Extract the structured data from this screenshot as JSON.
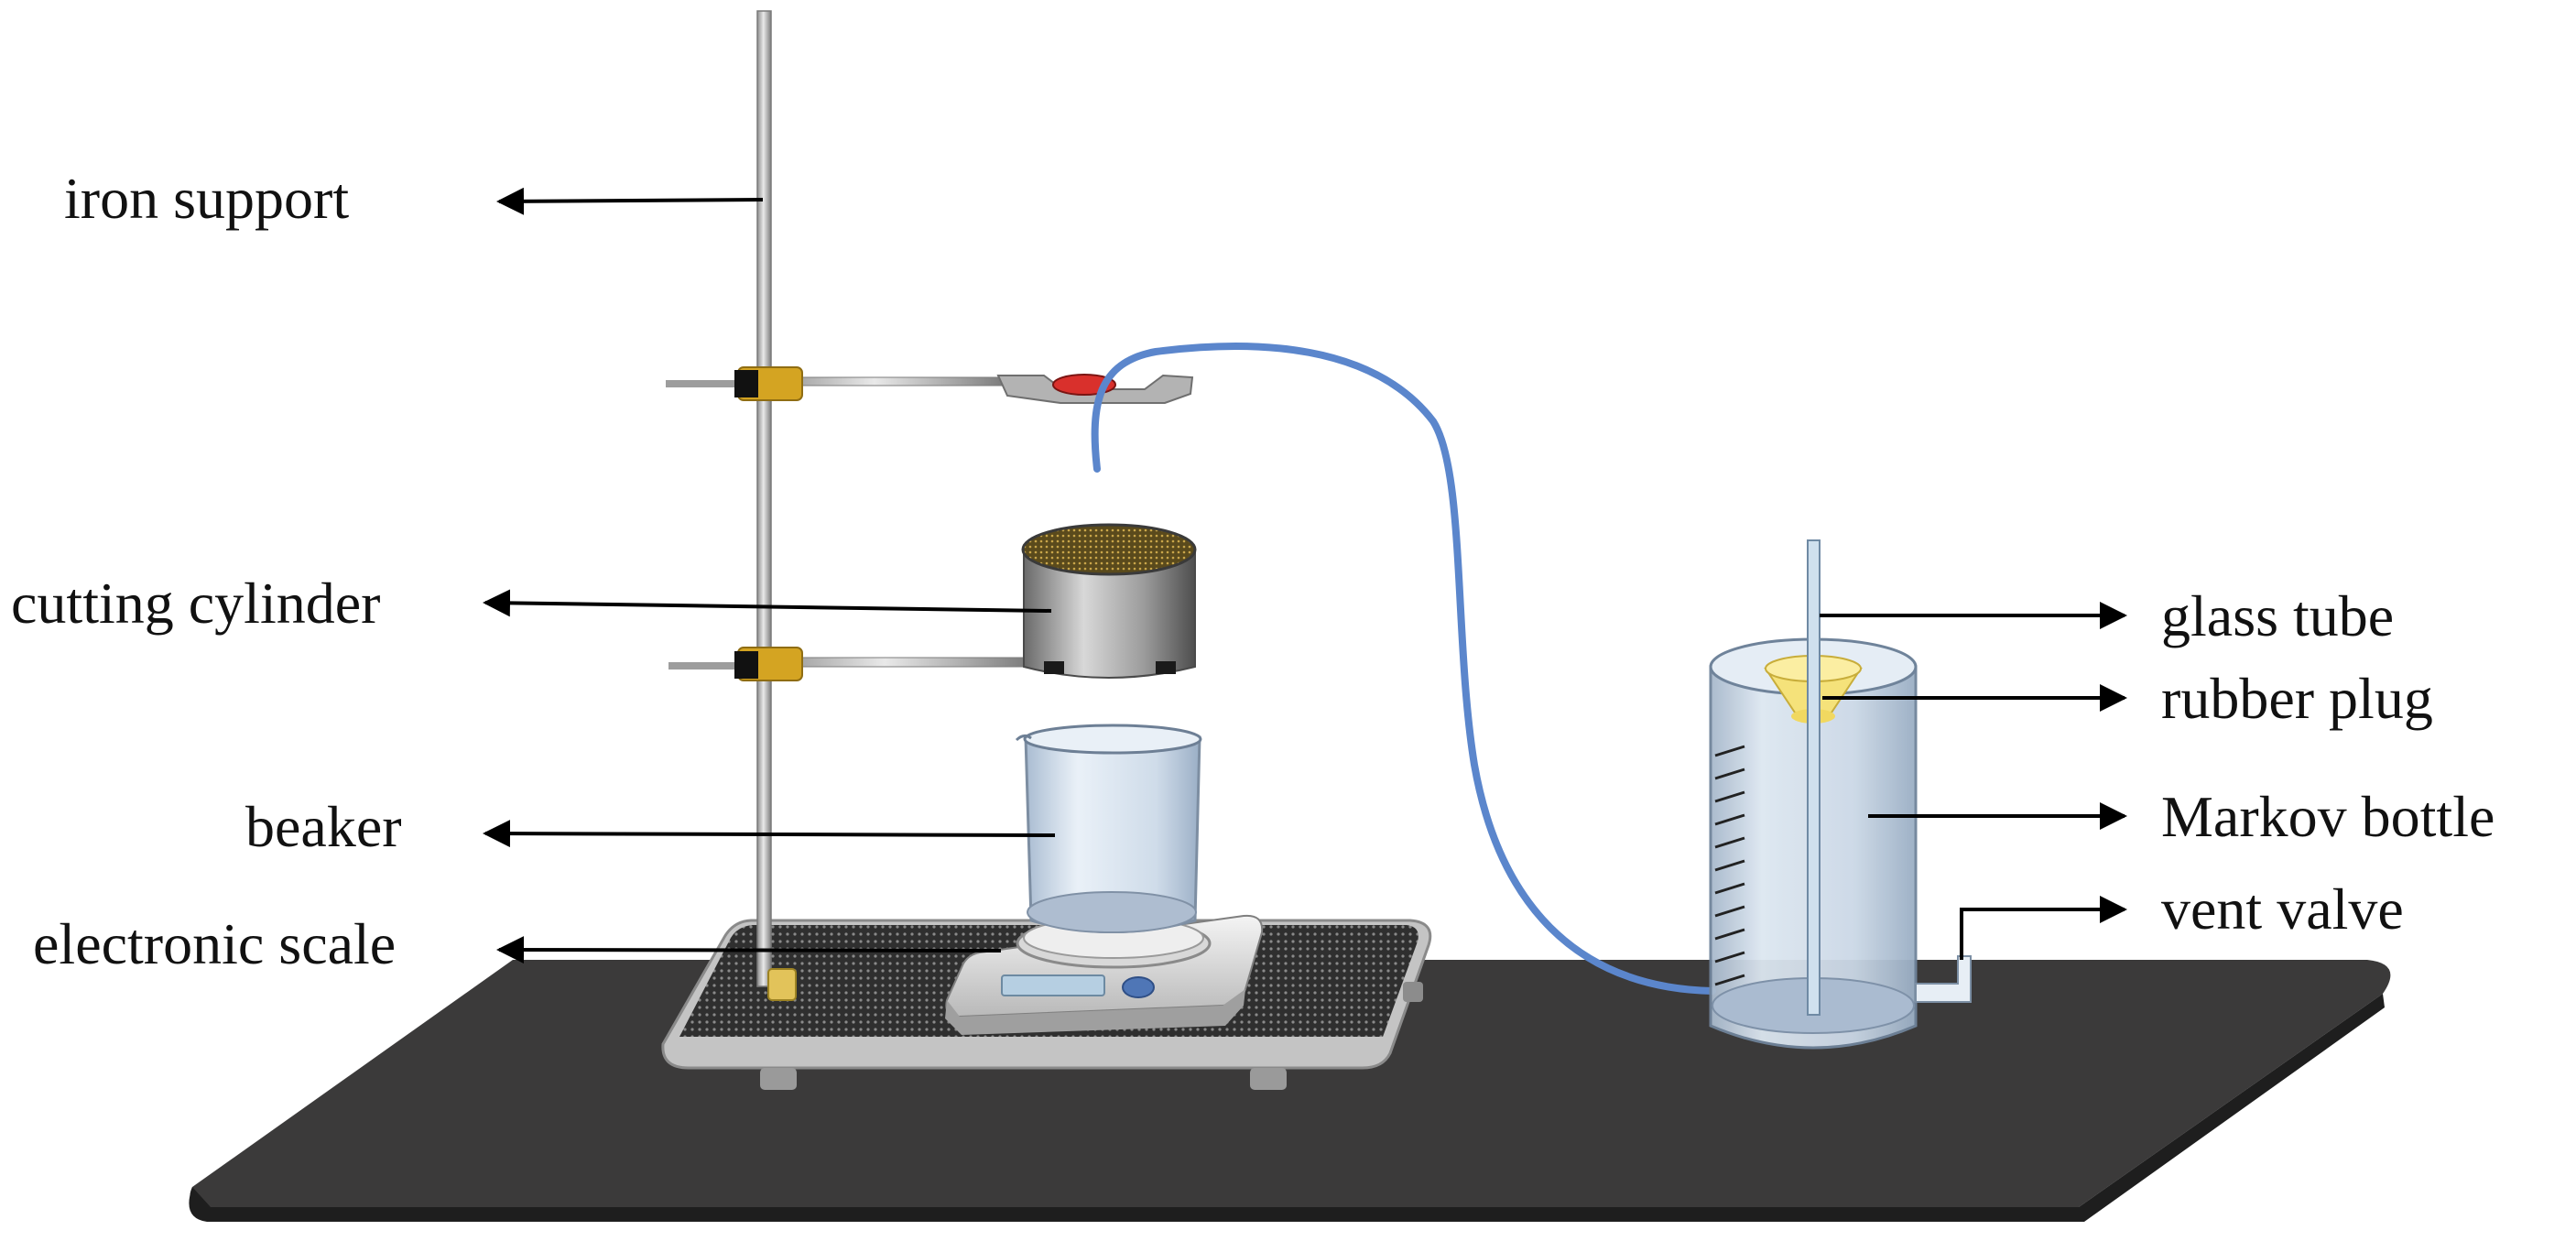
{
  "labels": {
    "iron_support": "iron support",
    "cutting_cylinder": "cutting cylinder",
    "beaker": "beaker",
    "electronic_scale": "electronic scale",
    "glass_tube": "glass tube",
    "rubber_plug": "rubber plug",
    "markov_bottle": "Markov bottle",
    "vent_valve": "vent valve"
  },
  "colors": {
    "table_top": "#3b3a3a",
    "table_edge": "#1f1f1f",
    "tube": "#5b86cc",
    "clamp": "#d4a422",
    "plug": "#f5e27a",
    "valve_knob": "#d9302c",
    "glass": "#c9d9ea",
    "metal": "#a9a9a9"
  }
}
